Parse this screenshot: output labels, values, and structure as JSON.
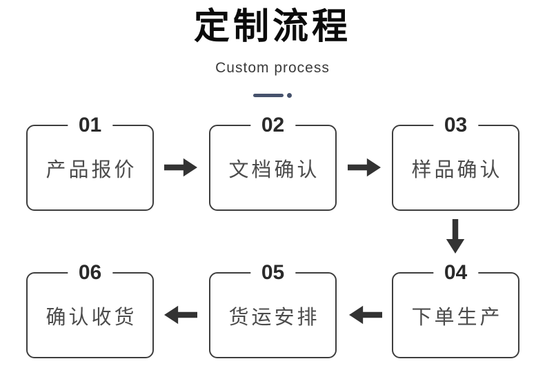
{
  "header": {
    "title": "定制流程",
    "subtitle": "Custom process"
  },
  "steps": [
    {
      "number": "01",
      "label": "产品报价"
    },
    {
      "number": "02",
      "label": "文档确认"
    },
    {
      "number": "03",
      "label": "样品确认"
    },
    {
      "number": "04",
      "label": "下单生产"
    },
    {
      "number": "05",
      "label": "货运安排"
    },
    {
      "number": "06",
      "label": "确认收货"
    }
  ],
  "flow": {
    "connections": [
      "01→02",
      "02→03",
      "03→04",
      "04→05",
      "05→06"
    ]
  },
  "colors": {
    "background": "#ffffff",
    "title_text": "#0b0b0b",
    "subtitle_text": "#3a3a3a",
    "divider_accent": "#46526c",
    "box_border": "#3d3d3d",
    "number_text": "#2a2a2a",
    "label_text": "#4c4c4c",
    "arrow": "#333333"
  }
}
